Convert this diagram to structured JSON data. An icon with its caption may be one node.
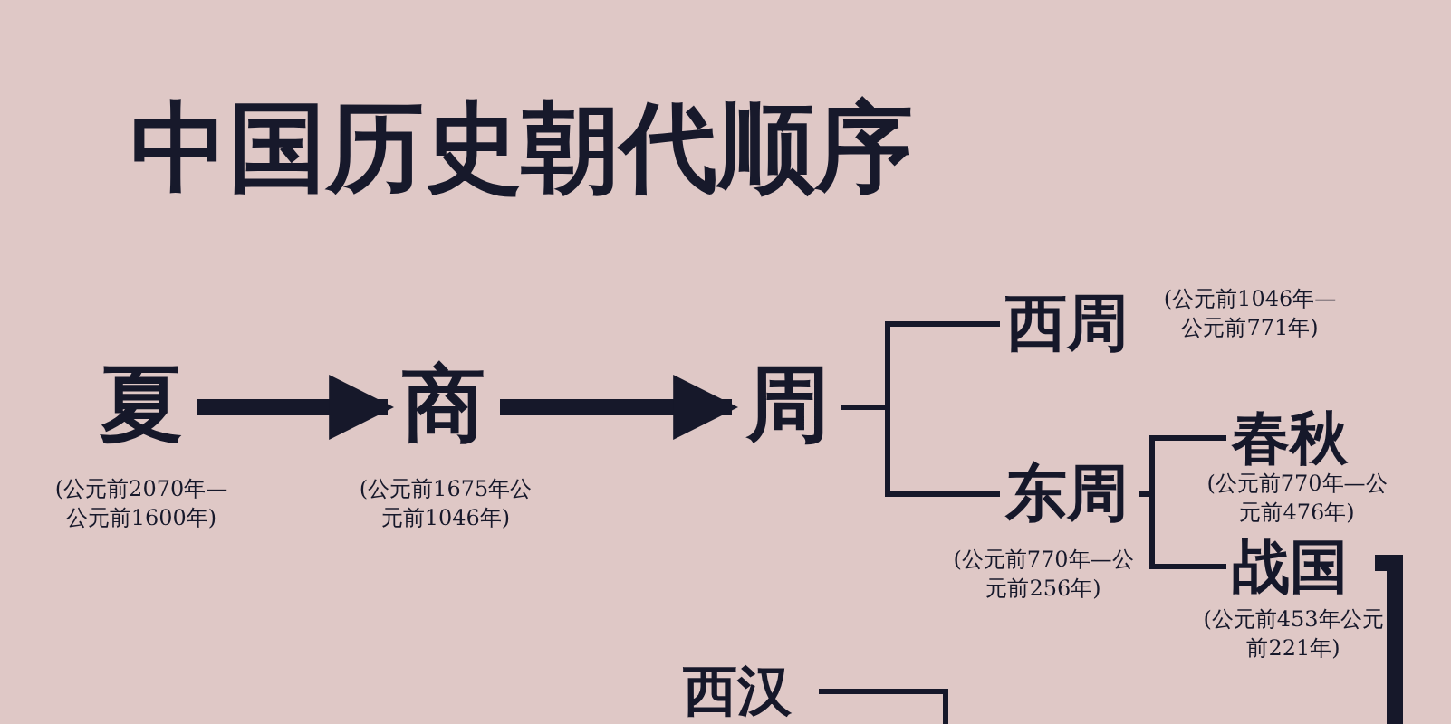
{
  "diagram": {
    "title": "中国历史朝代顺序",
    "nodes": [
      {
        "text": [
          "夏"
        ],
        "beside": [
          "(公元前2070年—公元前1600年)"
        ]
      },
      {
        "text": [
          "商"
        ],
        "beside": [
          "(公元前1675年公元前1046年)"
        ]
      },
      {
        "text": [
          "周"
        ]
      },
      {
        "text": [
          "西周"
        ],
        "beside": [
          "(公元前1046年—公元前771年)"
        ]
      },
      {
        "text": [
          "东周"
        ],
        "beside": [
          "(公元前770年—公元前256年)"
        ]
      },
      {
        "text": [
          "春秋"
        ],
        "beside": [
          "(公元前770年—公元前476年)"
        ]
      },
      {
        "text": [
          "战国"
        ],
        "beside": [
          "(公元前453年公元前221年)"
        ]
      },
      {
        "text": [
          "西汉"
        ]
      }
    ],
    "edges": [
      {
        "from": 0,
        "to": 1,
        "arrow": "to",
        "style": "thick"
      },
      {
        "from": 1,
        "to": 2,
        "arrow": "to",
        "style": "thick"
      },
      {
        "from": 2,
        "to": 3,
        "arrow": "none"
      },
      {
        "from": 2,
        "to": 4,
        "arrow": "none"
      },
      {
        "from": 4,
        "to": 5,
        "arrow": "none"
      },
      {
        "from": 4,
        "to": 6,
        "arrow": "none"
      },
      {
        "from": 6,
        "to": null,
        "arrow": "none",
        "style": "thick"
      },
      {
        "from": 7,
        "to": null,
        "arrow": "none"
      }
    ]
  }
}
